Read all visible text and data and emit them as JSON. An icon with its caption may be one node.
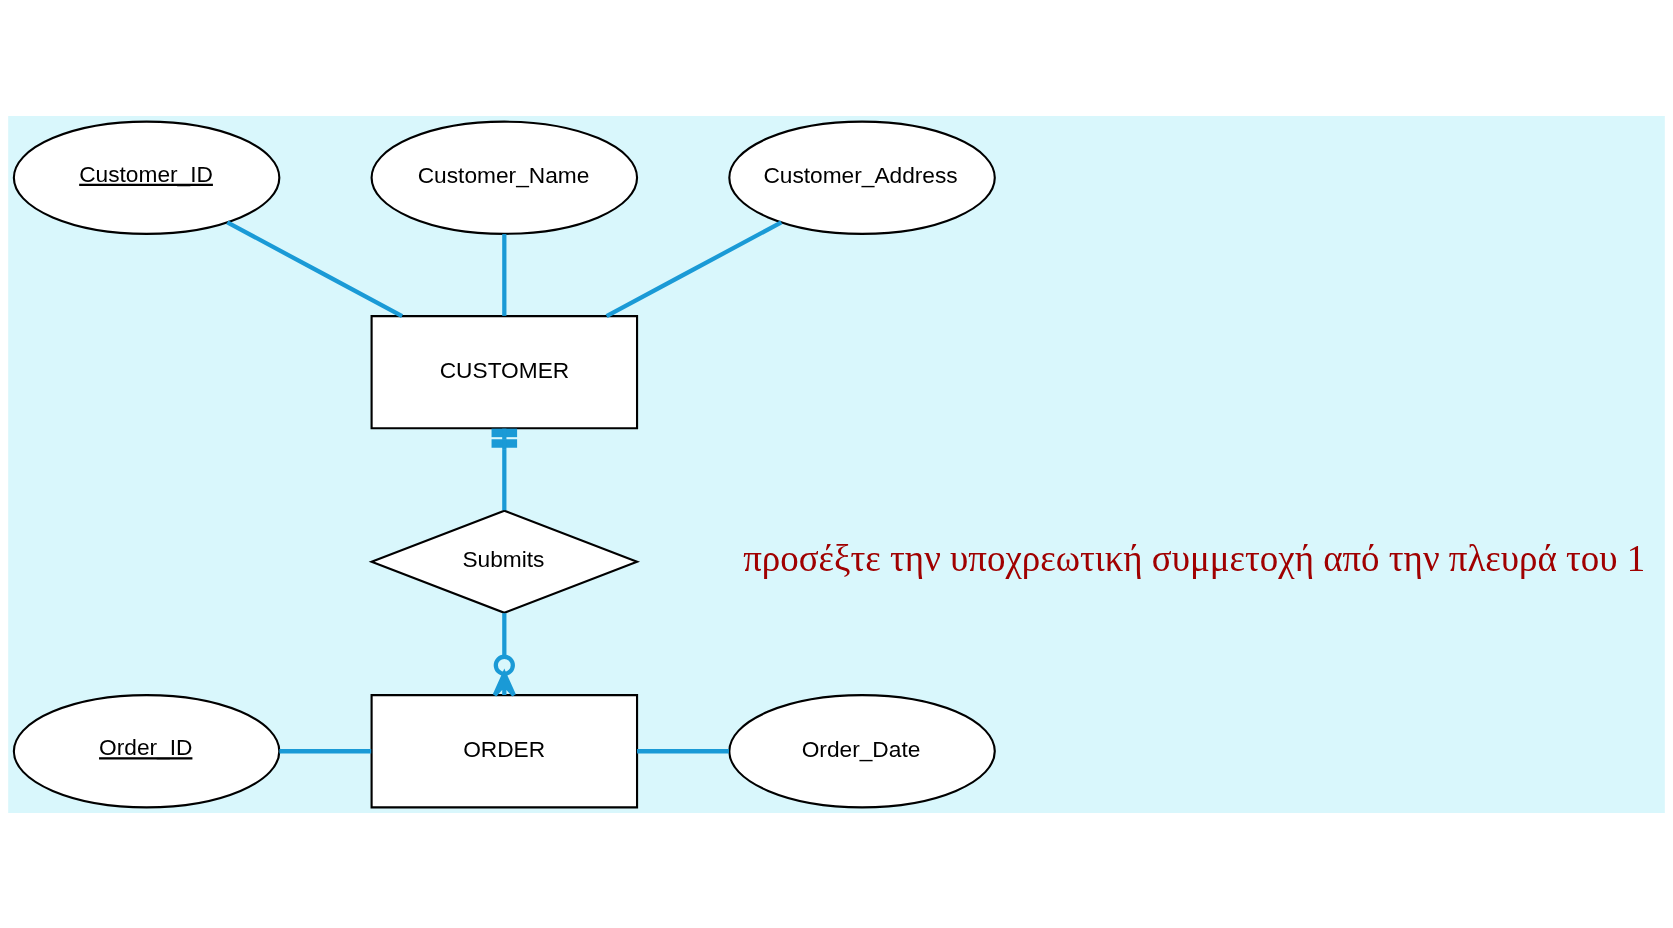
{
  "diagram": {
    "nodes": [
      {
        "text": [
          "Customer_ID"
        ]
      },
      {
        "text": [
          "Customer_Name"
        ]
      },
      {
        "text": [
          "Customer_Address"
        ]
      },
      {
        "text": [
          "CUSTOMER"
        ]
      },
      {
        "text": [
          "Submits"
        ]
      },
      {
        "text": [
          "Order_ID"
        ]
      },
      {
        "text": [
          "ORDER"
        ]
      },
      {
        "text": [
          "Order_Date"
        ]
      }
    ],
    "edges": [
      {
        "from": 0,
        "to": 3,
        "arrow": "none"
      },
      {
        "from": 1,
        "to": 3,
        "arrow": "none"
      },
      {
        "from": 2,
        "to": 3,
        "arrow": "none"
      },
      {
        "from": 3,
        "to": 4,
        "arrow": "other"
      },
      {
        "from": 4,
        "to": 6,
        "arrow": "other"
      },
      {
        "from": 5,
        "to": 6,
        "arrow": "none"
      },
      {
        "from": 6,
        "to": 7,
        "arrow": "none"
      }
    ],
    "labels": [
      "προσέξτε την υποχρεωτική συμμετοχή από την πλευρά του 1"
    ]
  }
}
